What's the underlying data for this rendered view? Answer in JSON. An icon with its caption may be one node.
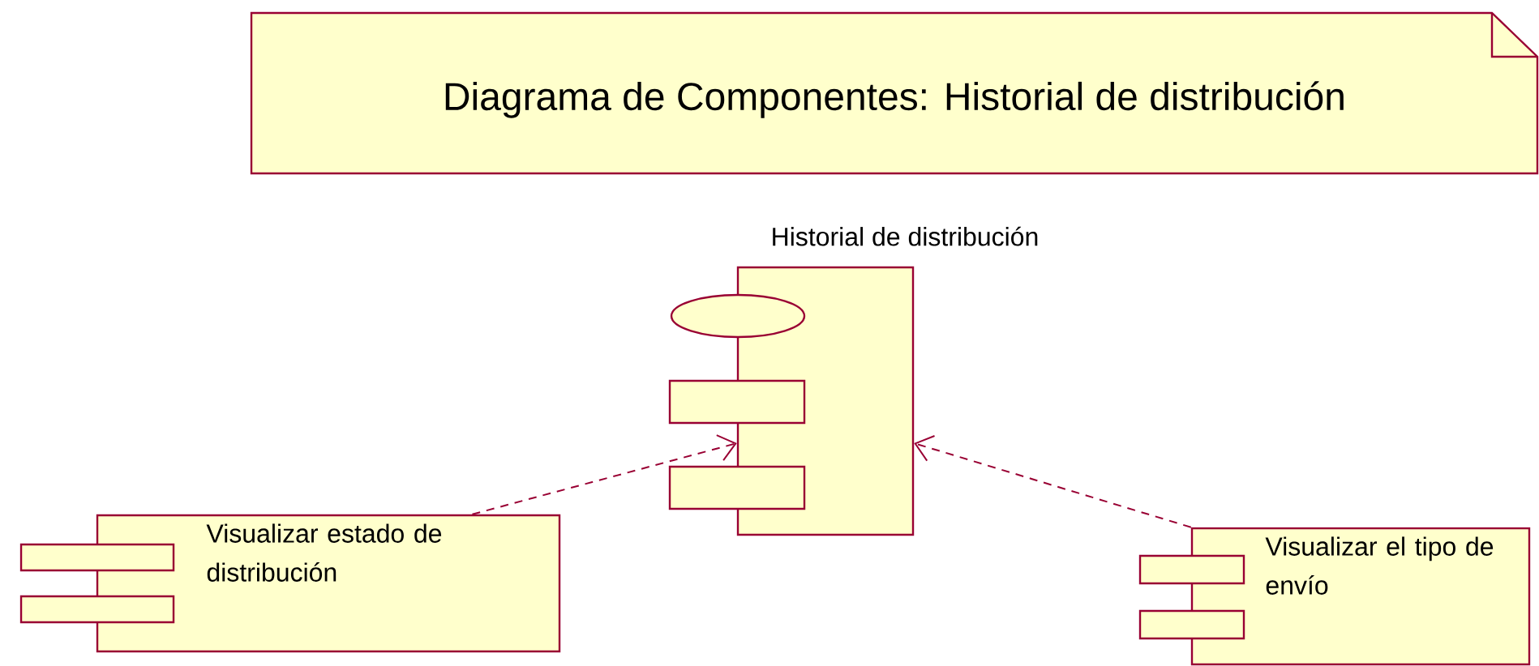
{
  "diagram": {
    "nodes": [
      {
        "text": [
          "Diagrama de Componentes: Historial de distribución"
        ]
      },
      {
        "text": [
          "Historial de distribución"
        ]
      },
      {
        "text": [
          "Visualizar estado de distribución"
        ]
      },
      {
        "text": [
          "Visualizar el tipo de envío"
        ]
      }
    ],
    "edges": [
      {
        "from": 2,
        "to": 1,
        "arrow": "to",
        "style": "dashed"
      },
      {
        "from": 3,
        "to": 1,
        "arrow": "to",
        "style": "dashed"
      }
    ]
  }
}
